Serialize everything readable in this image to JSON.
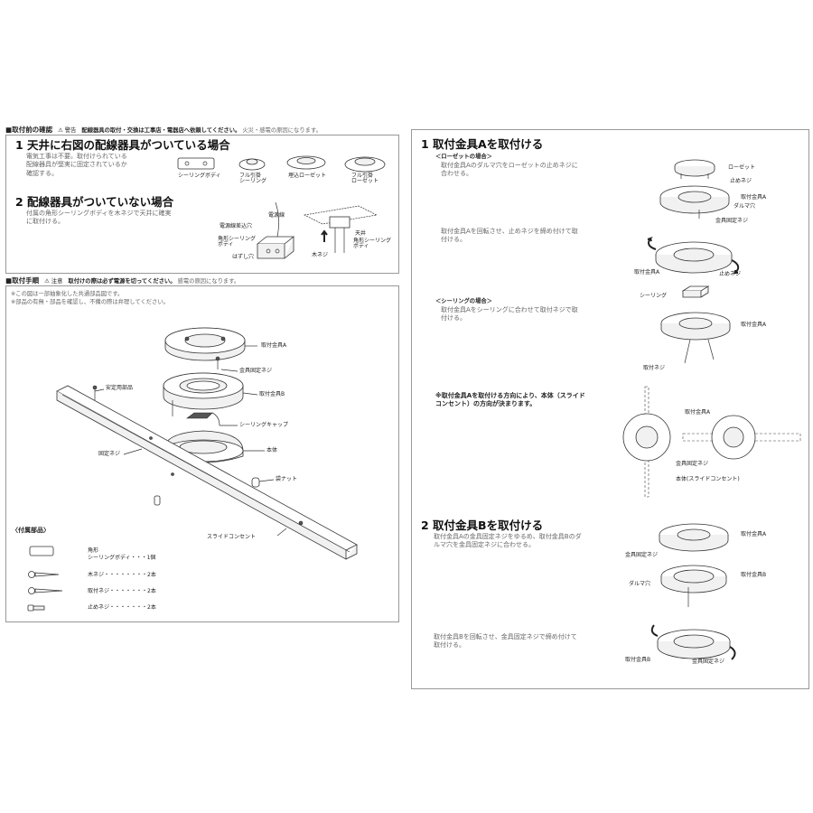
{
  "before": {
    "heading": "■取付前の確認",
    "warning_mark": "⚠",
    "warning_label": "警告",
    "warning_text": "配線器具の取付・交換は工事店・電器店へ依頼してください。",
    "warning_tail": "火災・感電の原因になります。",
    "case1": {
      "title": "1 天井に右図の配線器具がついている場合",
      "lines": [
        "電気工事は不要。取付けられている",
        "配線器具が堅実に固定されているか",
        "確認する。"
      ],
      "fixtures": [
        "シーリングボディ",
        "フル引掛\nシーリング",
        "埋込ローゼット",
        "フル引掛\nローゼット"
      ]
    },
    "case2": {
      "title": "2 配線器具がついていない場合",
      "lines": [
        "付属の角形シーリングボディを木ネジで天井に確実",
        "に取付ける。"
      ],
      "labels": [
        "電源線",
        "電源線差込穴",
        "角形シーリング\nボディ",
        "はずし穴",
        "天井",
        "角形シーリング\nボディ",
        "木ネジ"
      ]
    }
  },
  "procedure": {
    "heading": "■取付手順",
    "caution_mark": "⚠",
    "caution_label": "注意",
    "caution_text": "取付けの際は必ず電源を切ってください。",
    "caution_tail": "感電の原因になります。",
    "notes": [
      "※この図は一部抽象化した共通部品図です。",
      "※部品の有無・部品を確認し、不備の際は弁理してください。"
    ],
    "labels": {
      "plateA": "取付金具A",
      "fixScrew": "金具固定ネジ",
      "stablePart": "安定用部品",
      "plateB": "取付金具B",
      "cap": "シーリングキャップ",
      "body": "本体",
      "setScrew": "固定ネジ",
      "nut": "袋ナット",
      "outlet": "スライドコンセント"
    },
    "accessories_title": "〈付属部品〉",
    "accessories": [
      {
        "name": "角形\nシーリングボディ・・・1個"
      },
      {
        "name": "木ネジ・・・・・・・・2本"
      },
      {
        "name": "取付ネジ・・・・・・・2本"
      },
      {
        "name": "止めネジ・・・・・・・2本"
      }
    ]
  },
  "stepA": {
    "title": "1 取付金具Aを取付ける",
    "rosette_heading": "＜ローゼットの場合＞",
    "rosette_text": [
      "取付金具Aのダルマ穴をローゼットの止めネジに",
      "合わせる。"
    ],
    "rotate_text": [
      "取付金具Aを回転させ、止めネジを締め付けて取",
      "付ける。"
    ],
    "ceiling_heading": "＜シーリングの場合＞",
    "ceiling_text": [
      "取付金具Aをシーリングに合わせて取付ネジで取",
      "付ける。"
    ],
    "direction_note": [
      "※取付金具Aを取付ける方向により、本体（スライド",
      "コンセント）の方向が決まります。"
    ],
    "labels": {
      "rosette": "ローゼット",
      "stopScrew": "止めネジ",
      "plateA": "取付金具A",
      "daruma": "ダルマ穴",
      "fixScrew": "金具固定ネジ",
      "plateA2": "取付金具A",
      "stopScrew2": "止めネジ",
      "ceiling": "シーリング",
      "plateA3": "取付金具A",
      "mountScrew": "取付ネジ",
      "plateA4": "取付金具A",
      "fixScrew2": "金具固定ネジ",
      "bodyOutlet": "本体(スライドコンセント)"
    }
  },
  "stepB": {
    "title": "2 取付金具Bを取付ける",
    "text1": [
      "取付金具Aの金具固定ネジをゆるめ、取付金具Bのダ",
      "ルマ穴を金具固定ネジに合わせる。"
    ],
    "text2": [
      "取付金具Bを回転させ、金具固定ネジで締め付けて",
      "取付ける。"
    ],
    "labels": {
      "plateA": "取付金具A",
      "fixScrew": "金具固定ネジ",
      "plateB": "取付金具B",
      "daruma": "ダルマ穴",
      "plateB2": "取付金具B",
      "fixScrew2": "金具固定ネジ"
    }
  }
}
